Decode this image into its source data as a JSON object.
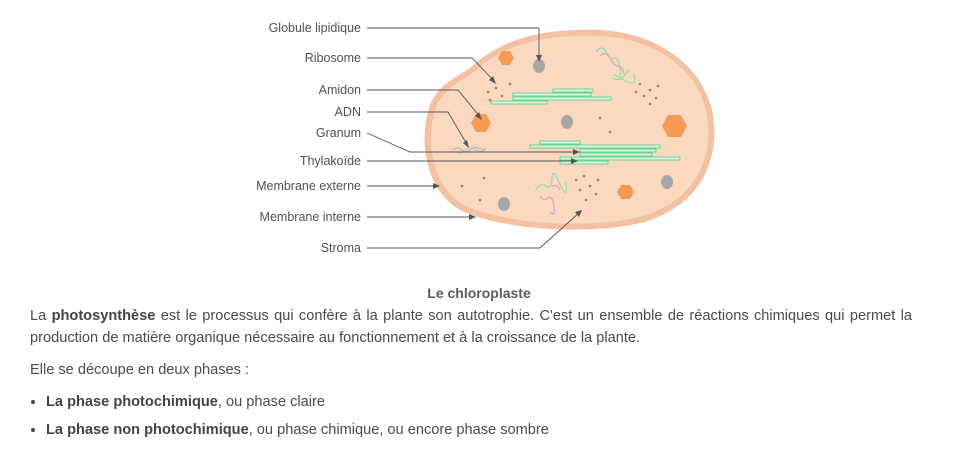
{
  "figure": {
    "labels": [
      "Globule lipidique",
      "Ribosome",
      "Amidon",
      "ADN",
      "Granum",
      "Thylakoïde",
      "Membrane externe",
      "Membrane interne",
      "Stroma"
    ],
    "caption": "Le chloroplaste",
    "colors": {
      "outer": "#f3c1a2",
      "inner": "#fbd8c0",
      "starch": "#f79a55",
      "lipid": "#a8a8a8",
      "thylakoid": "#7fdb9c"
    }
  },
  "content": {
    "p1_bold": "photosynthèse",
    "p1_pre": "La ",
    "p1_post": " est le processus qui confère à la plante son autotrophie. C'est un ensemble de réactions chimiques qui permet la production de matière organique nécessaire au fonctionnement et à la croissance de la plante.",
    "p2": "Elle se découpe en deux phases :",
    "items": [
      {
        "bold": "La phase photochimique",
        "rest": ", ou phase claire"
      },
      {
        "bold": "La phase non photochimique",
        "rest": ", ou phase chimique, ou encore phase sombre"
      }
    ]
  }
}
